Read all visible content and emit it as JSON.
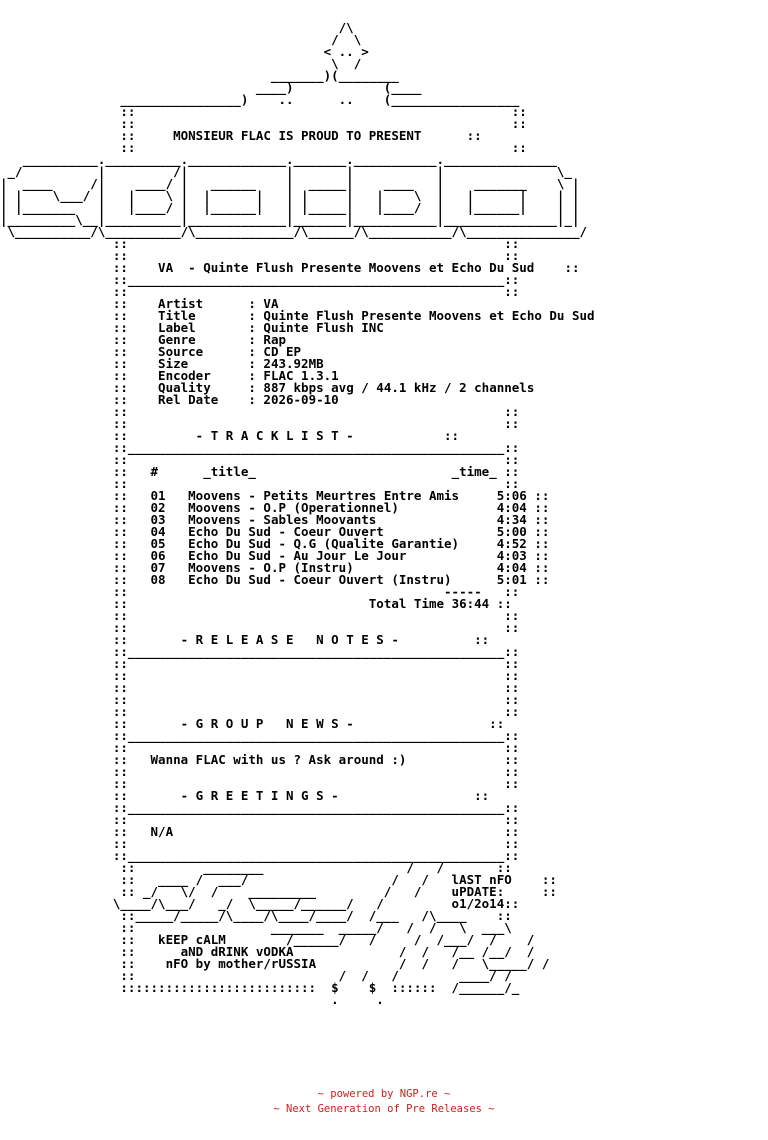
{
  "nfo": {
    "intro": "MONSIEUR FLAC IS PROUD TO PRESENT",
    "release_title": "VA  - Quinte Flush Presente Moovens et Echo Du Sud",
    "info": [
      {
        "key": "Artist",
        "value": "VA"
      },
      {
        "key": "Title",
        "value": "Quinte Flush Presente Moovens et Echo Du Sud"
      },
      {
        "key": "Label",
        "value": "Quinte Flush INC"
      },
      {
        "key": "Genre",
        "value": "Rap"
      },
      {
        "key": "Source",
        "value": "CD EP"
      },
      {
        "key": "Size",
        "value": "243.92MB"
      },
      {
        "key": "Encoder",
        "value": "FLAC 1.3.1"
      },
      {
        "key": "Quality",
        "value": "887 kbps avg / 44.1 kHz / 2 channels"
      },
      {
        "key": "Rel Date",
        "value": "2026-09-10"
      }
    ],
    "tracklist_heading": "- T R A C K L I S T -",
    "col_num": "#",
    "col_title": "_title_",
    "col_time": "_time_",
    "tracks": [
      {
        "num": "01",
        "title": "Moovens - Petits Meurtres Entre Amis",
        "time": "5:06"
      },
      {
        "num": "02",
        "title": "Moovens - O.P (Operationnel)",
        "time": "4:04"
      },
      {
        "num": "03",
        "title": "Moovens - Sables Moovants",
        "time": "4:34"
      },
      {
        "num": "04",
        "title": "Echo Du Sud - Coeur Ouvert",
        "time": "5:00"
      },
      {
        "num": "05",
        "title": "Echo Du Sud - Q.G (Qualite Garantie)",
        "time": "4:52"
      },
      {
        "num": "06",
        "title": "Echo Du Sud - Au Jour Le Jour",
        "time": "4:03"
      },
      {
        "num": "07",
        "title": "Moovens - O.P (Instru)",
        "time": "4:04"
      },
      {
        "num": "08",
        "title": "Echo Du Sud - Coeur Ouvert (Instru)",
        "time": "5:01"
      }
    ],
    "total_label": "Total Time",
    "total_time": "36:44",
    "notes_heading": "- R E L E A S E   N O T E S -",
    "news_heading": "- G R O U P   N E W S -",
    "news_text": "Wanna FLAC with us ? Ask around :)",
    "greetings_heading": "- G R E E T I N G S -",
    "greetings_text": "N/A",
    "last_update_1": "lAST nFO",
    "last_update_2": "uPDATE:",
    "last_update_3": "o1/2o14",
    "slogan_1": "kEEP cALM",
    "slogan_2": "aND dRINK vODKA",
    "credit": "nFO by mother/rUSSIA"
  },
  "footer": {
    "line1": "~ powered by NGP.re ~",
    "line2": "~ Next Generation of Pre Releases ~"
  }
}
